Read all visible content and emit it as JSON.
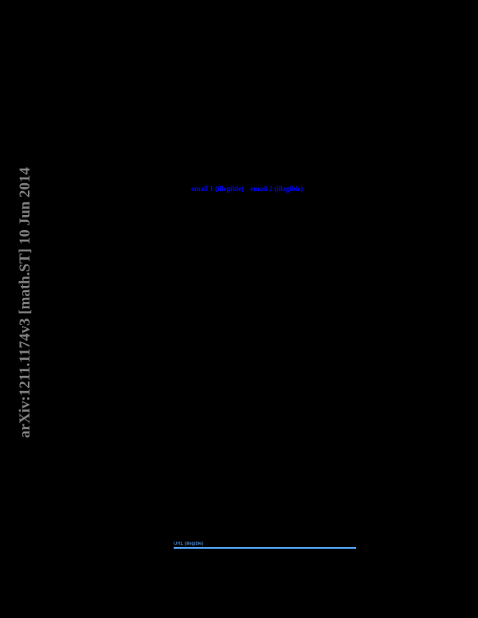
{
  "page": {
    "background": "#000000"
  },
  "margin_stamp": {
    "text": "arXiv:1211.1174v3  [math.ST]  10 Jun 2014",
    "color": "#808080"
  },
  "author_emails": {
    "color": "#0000ff",
    "items": [
      "email 1 (illegible)",
      "email 2 (illegible)"
    ]
  },
  "footer_link": {
    "text": "URL (illegible)",
    "color": "#55aaff"
  }
}
